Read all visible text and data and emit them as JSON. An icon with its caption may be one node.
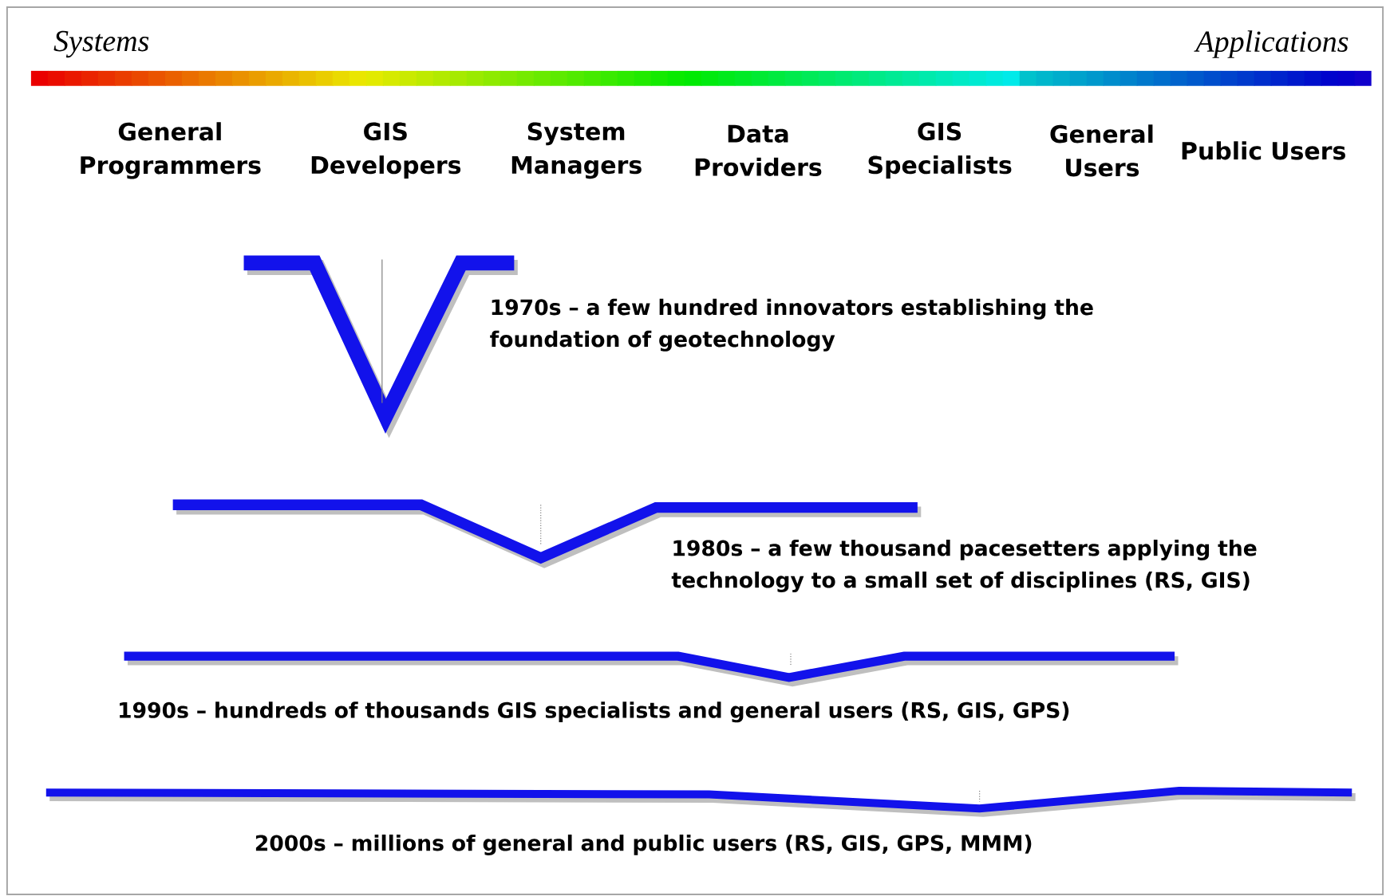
{
  "diagram": {
    "labels": [
      "Systems",
      "Applications",
      "General Programmers",
      "GIS Developers",
      "System Managers",
      "Data Providers",
      "GIS Specialists",
      "General Users",
      "Public Users",
      "1970s – a few hundred innovators establishing the foundation of geotechnology",
      "1980s – a few thousand pacesetters applying the technology to a small set of disciplines (RS, GIS)",
      "1990s – hundreds of thousands GIS specialists and general users (RS, GIS, GPS)",
      "2000s – millions of general and public users  (RS, GIS, GPS, MMM)"
    ]
  }
}
